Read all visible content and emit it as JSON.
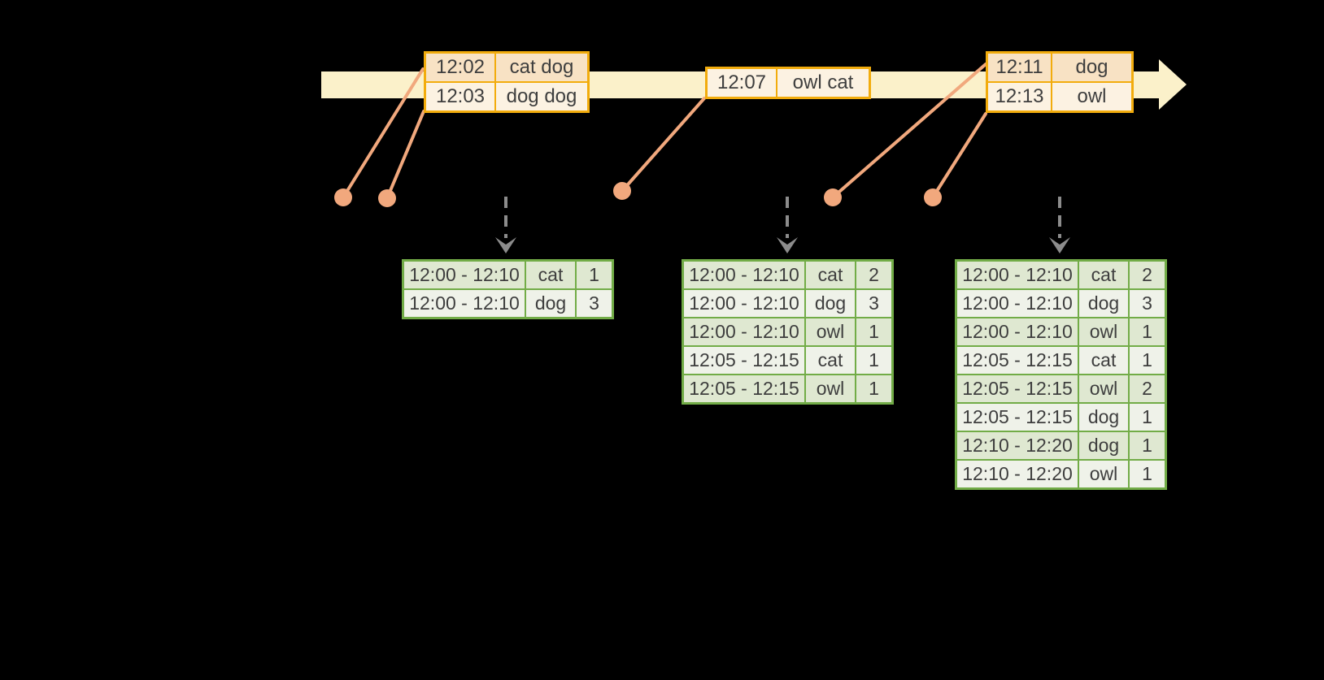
{
  "colors": {
    "background": "#000000",
    "timeline_band": "#fbf1ca",
    "event_table_border": "#f2ac0d",
    "event_row_dark": "#f8e2c4",
    "event_row_light": "#fcf2e2",
    "connector_and_dots": "#f1a87d",
    "trigger_arrow": "#8c8c8c",
    "result_table_border": "#72ac47",
    "result_row_dark": "#dfe8d1",
    "result_row_light": "#eff2e9",
    "text": "#3e3e3e"
  },
  "icons": {
    "timeline": "right-arrow",
    "trigger": "dashed-down-arrow",
    "event_marker": "dot"
  },
  "event_tables": [
    {
      "name": "event-table-1",
      "rows": [
        [
          "12:02",
          "cat dog"
        ],
        [
          "12:03",
          "dog dog"
        ]
      ],
      "row_tones": [
        "dark",
        "light"
      ]
    },
    {
      "name": "event-table-2",
      "rows": [
        [
          "12:07",
          "owl cat"
        ]
      ],
      "row_tones": [
        "light"
      ]
    },
    {
      "name": "event-table-3",
      "rows": [
        [
          "12:11",
          "dog"
        ],
        [
          "12:13",
          "owl"
        ]
      ],
      "row_tones": [
        "dark",
        "light"
      ]
    }
  ],
  "result_tables": [
    {
      "name": "result-table-1",
      "rows": [
        [
          "12:00 - 12:10",
          "cat",
          "1"
        ],
        [
          "12:00 - 12:10",
          "dog",
          "3"
        ]
      ]
    },
    {
      "name": "result-table-2",
      "rows": [
        [
          "12:00 - 12:10",
          "cat",
          "2"
        ],
        [
          "12:00 - 12:10",
          "dog",
          "3"
        ],
        [
          "12:00 - 12:10",
          "owl",
          "1"
        ],
        [
          "12:05 - 12:15",
          "cat",
          "1"
        ],
        [
          "12:05 - 12:15",
          "owl",
          "1"
        ]
      ]
    },
    {
      "name": "result-table-3",
      "rows": [
        [
          "12:00 - 12:10",
          "cat",
          "2"
        ],
        [
          "12:00 - 12:10",
          "dog",
          "3"
        ],
        [
          "12:00 - 12:10",
          "owl",
          "1"
        ],
        [
          "12:05 - 12:15",
          "cat",
          "1"
        ],
        [
          "12:05 - 12:15",
          "owl",
          "2"
        ],
        [
          "12:05 - 12:15",
          "dog",
          "1"
        ],
        [
          "12:10 - 12:20",
          "dog",
          "1"
        ],
        [
          "12:10 - 12:20",
          "owl",
          "1"
        ]
      ]
    }
  ]
}
